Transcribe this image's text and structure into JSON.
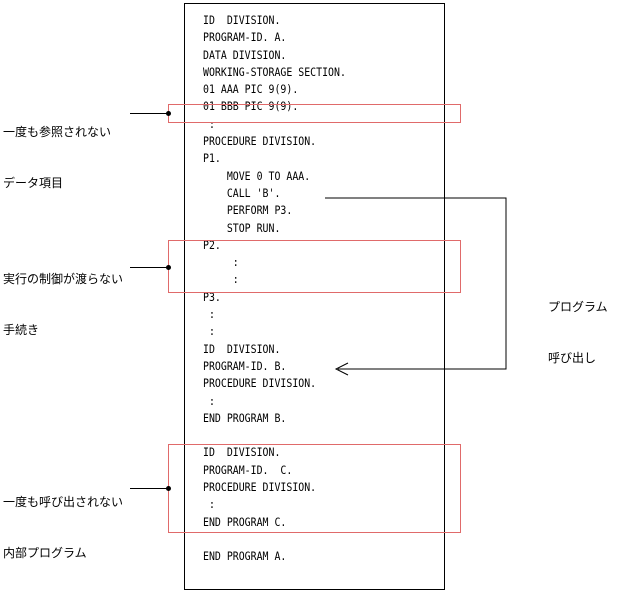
{
  "code_lines": [
    "ID  DIVISION.",
    "PROGRAM-ID. A.",
    "DATA DIVISION.",
    "WORKING-STORAGE SECTION.",
    "01 AAA PIC 9(9).",
    "01 BBB PIC 9(9).",
    " :",
    "PROCEDURE DIVISION.",
    "P1.",
    "    MOVE 0 TO AAA.",
    "    CALL 'B'.",
    "    PERFORM P3.",
    "    STOP RUN.",
    "P2.",
    "     :",
    "     :",
    "P3.",
    " :",
    " :",
    "ID  DIVISION.",
    "PROGRAM-ID. B.",
    "PROCEDURE DIVISION.",
    " :",
    "END PROGRAM B.",
    "",
    "ID  DIVISION.",
    "PROGRAM-ID.  C.",
    "PROCEDURE DIVISION.",
    " :",
    "END PROGRAM C.",
    "",
    "END PROGRAM A."
  ],
  "annotations": {
    "unreferenced_data": {
      "line1": "一度も参照されない",
      "line2": "データ項目"
    },
    "unreachable_procedure": {
      "line1": "実行の制御が渡らない",
      "line2": "手続き"
    },
    "uncalled_program": {
      "line1": "一度も呼び出されない",
      "line2": "内部プログラム"
    },
    "program_call": {
      "line1": "プログラム",
      "line2": "呼び出し"
    }
  },
  "colors": {
    "highlight_border": "#e06a6a",
    "line": "#000000"
  }
}
